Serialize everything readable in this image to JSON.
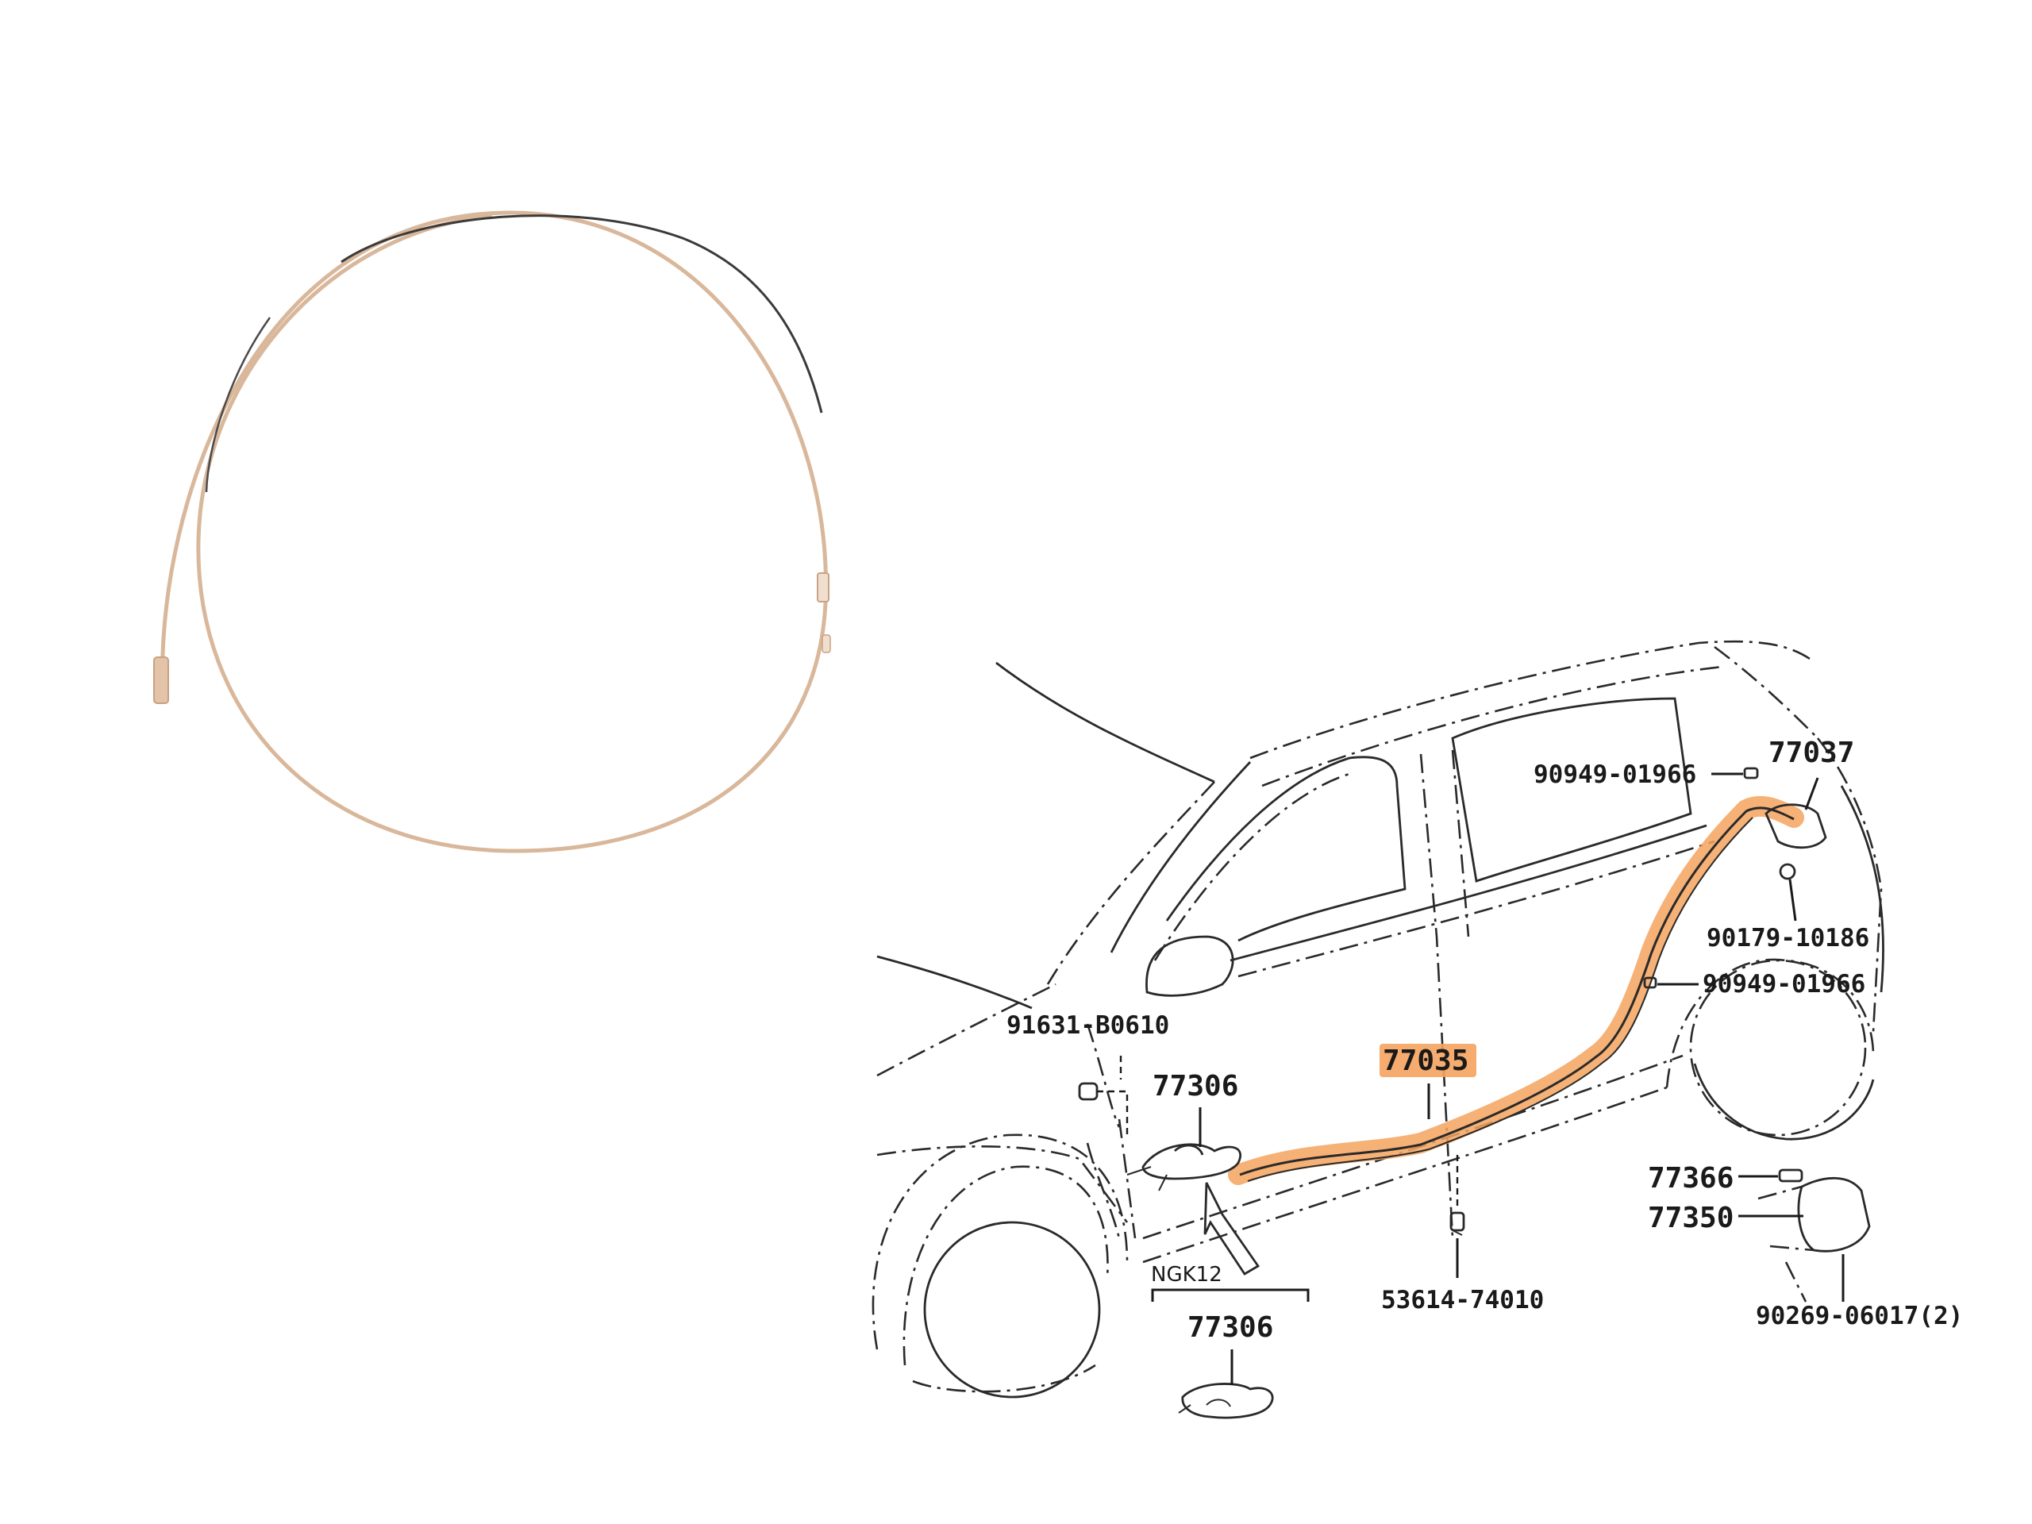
{
  "colors": {
    "highlight": "#f5a35e",
    "cable_tan": "#d9b79b",
    "cable_dark": "#3a3a3a",
    "line": "#2a2a2a"
  },
  "parts": {
    "p77037": "77037",
    "p90949a": "90949-01966",
    "p90179": "90179-10186",
    "p90949b": "90949-01966",
    "p91631": "91631-B0610",
    "p77306a": "77306",
    "p77035": "77035",
    "p77366": "77366",
    "p77350": "77350",
    "p53614": "53614-74010",
    "p90269": "90269-06017(2)",
    "ngk12": "NGK12",
    "p77306b": "77306"
  },
  "icons": {
    "coiled_cable": "coiled-release-cable-icon",
    "vehicle_outline": "hatchback-car-outline-icon"
  }
}
